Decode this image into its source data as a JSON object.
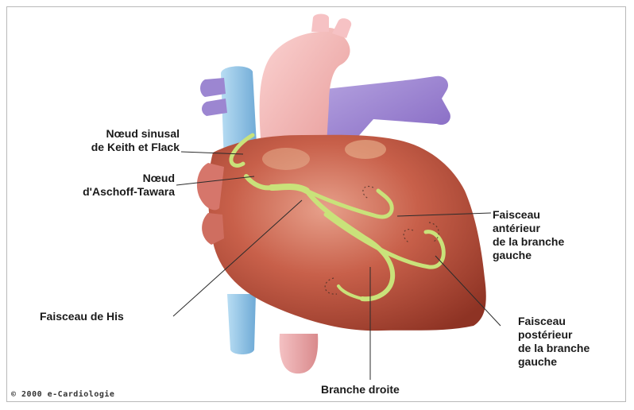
{
  "labels": {
    "sinusal": [
      "Nœud sinusal",
      "de Keith et Flack"
    ],
    "aschoff": [
      "Nœud",
      "d'Aschoff-Tawara"
    ],
    "his": "Faisceau de His",
    "anterieur": [
      "Faisceau",
      "antérieur",
      "de la branche",
      "gauche"
    ],
    "posterieur": [
      "Faisceau",
      "postérieur",
      "de la branche",
      "gauche"
    ],
    "droite": "Branche droite"
  },
  "copyright": "© 2000 e-Cardiologie",
  "colors": {
    "myocardium": "#c0523c",
    "aorta": "#f3b7b4",
    "vena_cava": "#8fc5e8",
    "pulmonary_artery": "#9a83cf",
    "conduction": "#c9e27a"
  }
}
